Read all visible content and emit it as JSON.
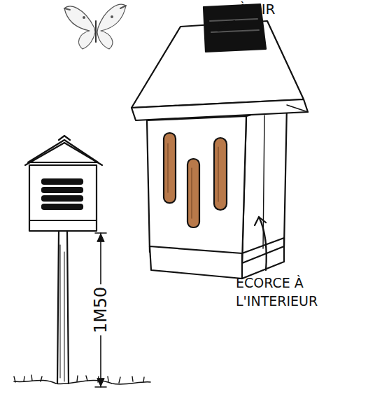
{
  "diagram": {
    "labels": [
      "À AIR",
      "1M50",
      "ECORCE À L'INTERIEUR"
    ]
  }
}
